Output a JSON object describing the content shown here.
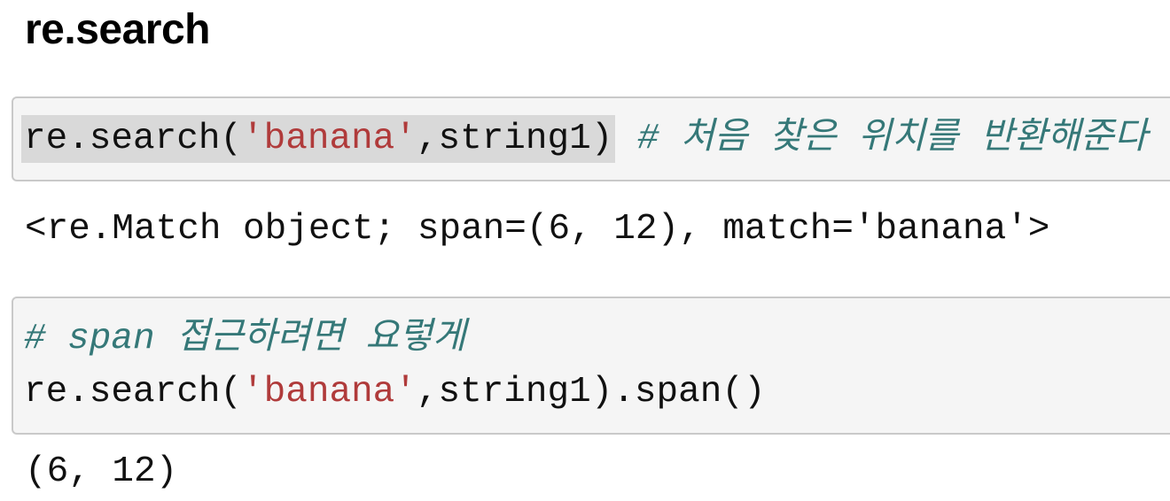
{
  "page": {
    "title": "re.search"
  },
  "colors": {
    "code_block_bg": "#f5f5f5",
    "code_block_border": "#c9c9c9",
    "selection_highlight_bg": "#d9d9d9",
    "string_literal": "#b03b3b",
    "comment": "#357878",
    "code_text": "#111111",
    "heading_text": "#000000"
  },
  "cells": [
    {
      "type": "code",
      "lines": [
        {
          "segments": [
            {
              "text": "re.search(",
              "style": "plain",
              "highlight": true
            },
            {
              "text": "'banana'",
              "style": "string",
              "highlight": true
            },
            {
              "text": ",string1)",
              "style": "plain",
              "highlight": true
            },
            {
              "text": " ",
              "style": "plain",
              "highlight": false
            },
            {
              "text": "# 처음 찾은 위치를 반환해준다",
              "style": "comment",
              "highlight": false
            }
          ]
        }
      ]
    },
    {
      "type": "output",
      "text": "<re.Match object; span=(6, 12), match='banana'>"
    },
    {
      "type": "code",
      "lines": [
        {
          "segments": [
            {
              "text": "# span 접근하려면 요렇게",
              "style": "comment",
              "highlight": false
            }
          ]
        },
        {
          "segments": [
            {
              "text": "re.search(",
              "style": "plain",
              "highlight": false
            },
            {
              "text": "'banana'",
              "style": "string",
              "highlight": false
            },
            {
              "text": ",string1).span()",
              "style": "plain",
              "highlight": false
            }
          ]
        }
      ]
    },
    {
      "type": "output",
      "text": "(6, 12)"
    }
  ]
}
